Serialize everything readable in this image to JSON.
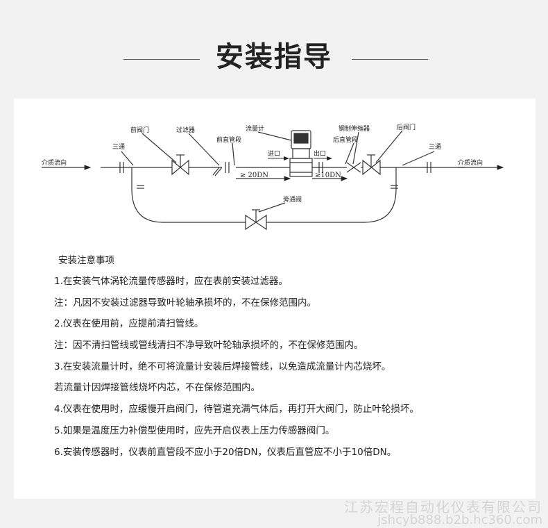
{
  "header": {
    "title": "安装指导"
  },
  "diagram": {
    "labels": {
      "tee_left": "三通",
      "front_valve": "前阀门",
      "filter": "过滤器",
      "front_straight": "前直管段",
      "flowmeter": "流量计",
      "steel_expander": "钢制伸缩器",
      "rear_valve": "后阀门",
      "tee_right": "三通",
      "flow_in": "介质流向",
      "flow_out": "介质流向",
      "inlet": "进口",
      "outlet": "出口",
      "rear_straight": "后直管段",
      "front_dn": "≥ 20DN",
      "rear_dn": "≥10DN",
      "bypass_valve": "旁通阀"
    }
  },
  "notes": {
    "title": "安装注意事项",
    "lines": [
      "1.在安装气体涡轮流量传感器时，应在表前安装过滤器。",
      "注：凡因不安装过滤器导致叶轮轴承损坏的，不在保修范围内。",
      "2.仪表在使用前，应提前清扫管线。",
      "注：因不清扫管线或管线清扫不净导致叶轮轴承损坏的，不在保修范围内。",
      "3.在安装流量计时，绝不可将流量计安装后焊接管线，以免造成流量计内芯烧坏。",
      "若流量计因焊接管线烧坏内芯，不在保修范围内。",
      "4.仪表在使用时，应缓慢开启阀门，待管道充满气体后，再打开大阀门，防止叶轮损坏。",
      "5.如果是温度压力补偿型使用时，应先开启仪表上压力传感器阀门。",
      "6.安装传感器时，仪表前直管段不应小于20倍DN，仪表后直管应不小于10倍DN。"
    ]
  },
  "watermark": {
    "company": "江苏宏程自动化仪表有限公司",
    "url": "jshcyb888.b2b.hc360.com"
  }
}
